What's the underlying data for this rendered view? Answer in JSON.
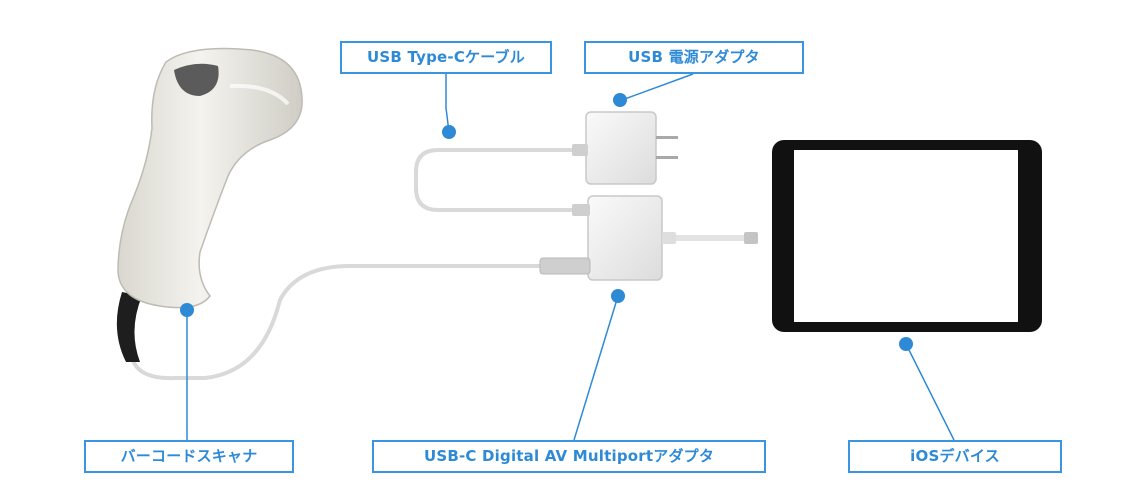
{
  "labels": {
    "usb_c_cable": "USB Type-Cケーブル",
    "usb_power_adapter": "USB 電源アダプタ",
    "barcode_scanner": "バーコードスキャナ",
    "multiport_adapter": "USB-C Digital AV Multiportアダプタ",
    "ios_device": "iOSデバイス"
  },
  "colors": {
    "accent": "#2f8ad6",
    "cable": "#d6d6d6",
    "device_body": "#111111"
  }
}
